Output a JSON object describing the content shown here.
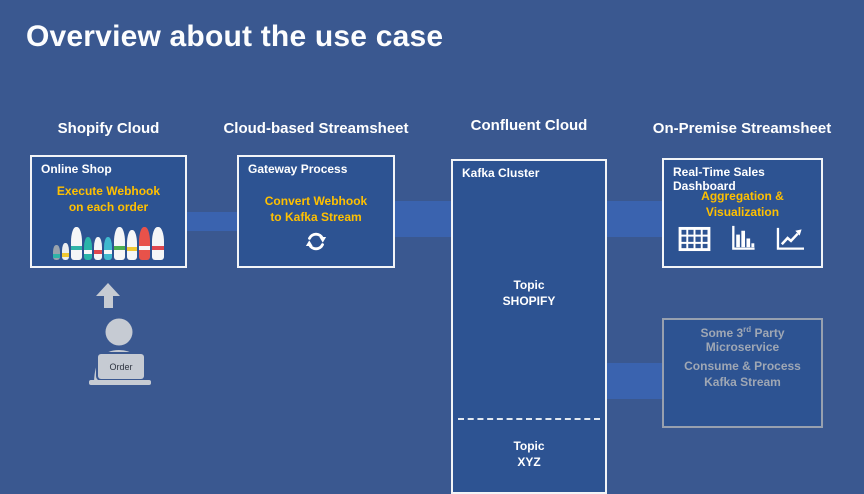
{
  "slide": {
    "title": "Overview about the use case",
    "columns": [
      {
        "label": "Shopify Cloud"
      },
      {
        "label": "Cloud-based Streamsheet"
      },
      {
        "label": "Confluent Cloud"
      },
      {
        "label": "On-Premise Streamsheet"
      }
    ],
    "online_shop": {
      "title": "Online Shop",
      "action_line1": "Execute Webhook",
      "action_line2": "on each order",
      "boards": [
        {
          "w": 7,
          "h": 15,
          "color": "#98A2AC",
          "stripe": "#2FB3A8"
        },
        {
          "w": 7,
          "h": 17,
          "color": "#ECEEF0",
          "stripe": "#F0C832"
        },
        {
          "w": 11,
          "h": 33,
          "color": "#F5F6F7",
          "stripe": "#2FB3A8"
        },
        {
          "w": 8,
          "h": 23,
          "color": "#29B5A9",
          "stripe": "#F5F6F7"
        },
        {
          "w": 8,
          "h": 23,
          "color": "#F5F6F7",
          "stripe": "#E0484F"
        },
        {
          "w": 8,
          "h": 23,
          "color": "#3FB9CE",
          "stripe": "#F5F6F7"
        },
        {
          "w": 11,
          "h": 33,
          "color": "#F5F6F7",
          "stripe": "#4CAF50"
        },
        {
          "w": 10,
          "h": 30,
          "color": "#F5F6F7",
          "stripe": "#F0C832"
        },
        {
          "w": 11,
          "h": 33,
          "color": "#E8524A",
          "stripe": "#F5F6F7"
        },
        {
          "w": 12,
          "h": 33,
          "color": "#F5F6F7",
          "stripe": "#E0484F"
        }
      ]
    },
    "gateway": {
      "title": "Gateway Process",
      "action_line1": "Convert Webhook",
      "action_line2": "to Kafka Stream"
    },
    "kafka": {
      "title": "Kafka Cluster",
      "topic1": {
        "label": "Topic",
        "name": "SHOPIFY"
      },
      "topic2": {
        "label": "Topic",
        "name": "XYZ"
      }
    },
    "dashboard": {
      "title": "Real-Time Sales Dashboard",
      "action_line1": "Aggregation &",
      "action_line2": "Visualization"
    },
    "microservice": {
      "title_prefix": "Some 3",
      "title_sup": "rd",
      "title_suffix": " Party Microservice",
      "action_line1": "Consume & Process",
      "action_line2": "Kafka Stream"
    },
    "actor": {
      "label": "Order"
    },
    "colors": {
      "background": "#3A5890",
      "box_fill": "#2D5392",
      "connector": "#3A63AF",
      "accent_gold": "#FFC000",
      "muted_text": "#9FA7B4",
      "person_gray": "#C6CBD3"
    }
  }
}
